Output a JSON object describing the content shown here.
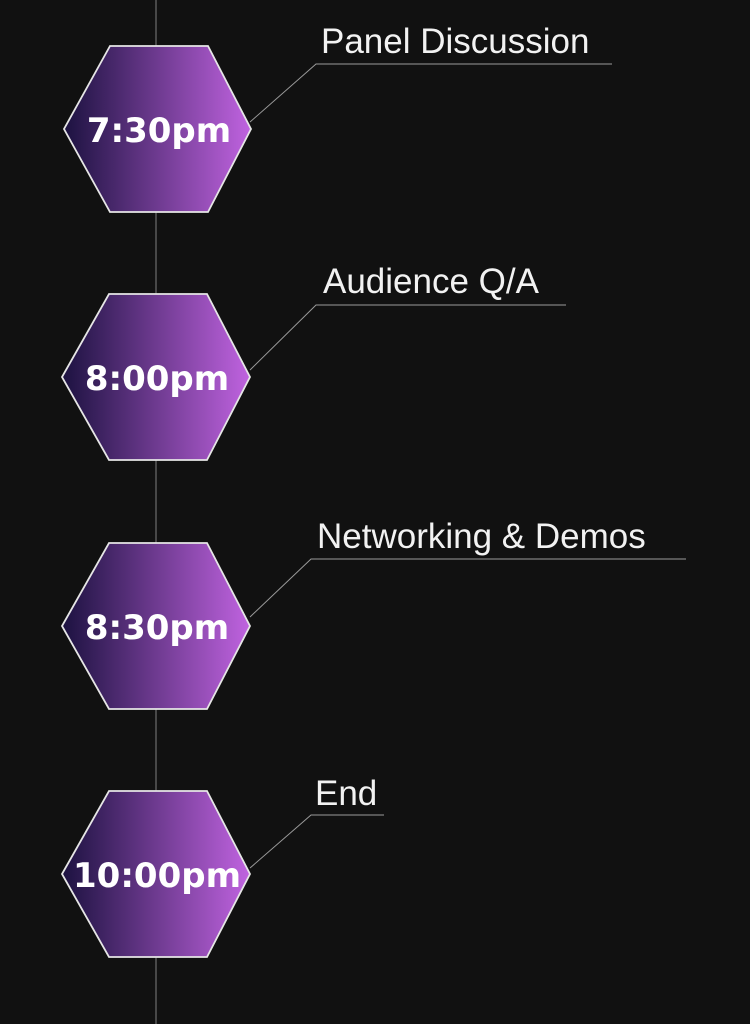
{
  "colors": {
    "background": "#111111",
    "hex_gradient_start": "#1c1240",
    "hex_gradient_end": "#c063e0",
    "hex_outline": "#e6e6e6",
    "connector": "#9a9a9a",
    "text": "#ffffff"
  },
  "events": [
    {
      "time": "7:30pm",
      "label": "Panel Discussion"
    },
    {
      "time": "8:00pm",
      "label": "Audience Q/A"
    },
    {
      "time": "8:30pm",
      "label": "Networking & Demos"
    },
    {
      "time": "10:00pm",
      "label": "End"
    }
  ]
}
